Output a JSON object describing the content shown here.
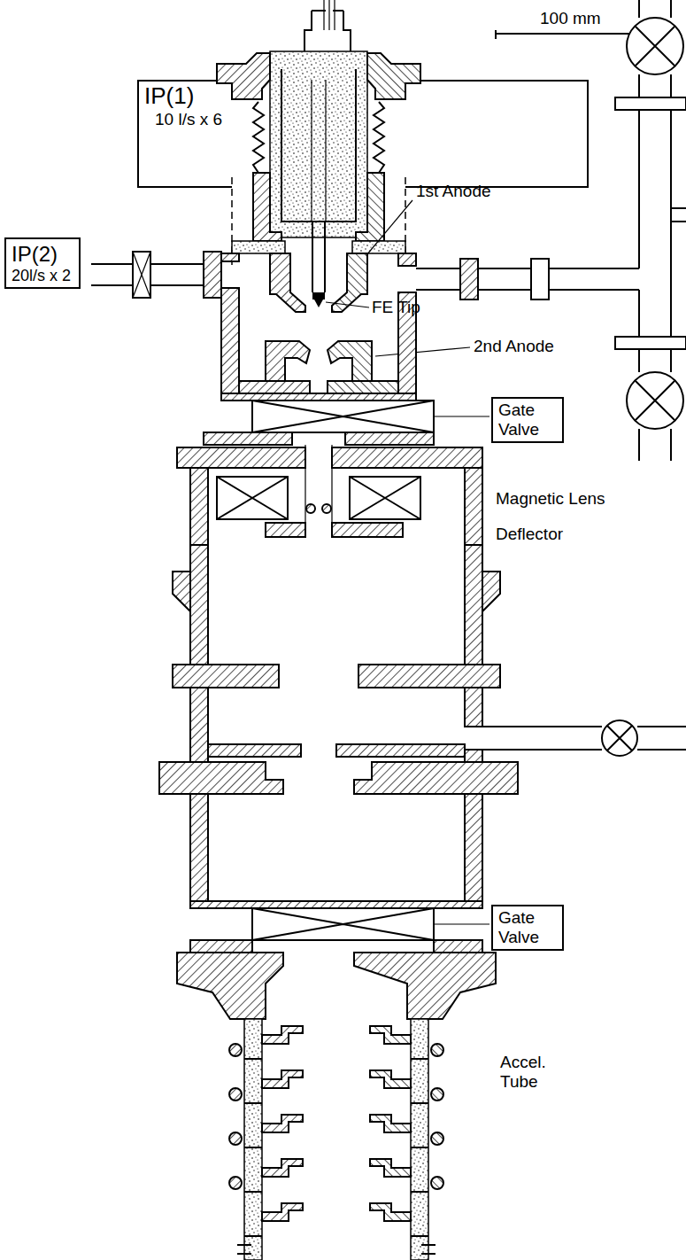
{
  "diagram": {
    "nodes": [
      {
        "text": [
          "IP(1)",
          "10 l/s x 6"
        ]
      },
      {
        "text": [
          "IP(2)",
          "20l/s x 2"
        ]
      },
      {
        "text": [
          "Gate Valve"
        ]
      },
      {
        "text": [
          "Gate Valve"
        ]
      }
    ],
    "labels": [
      "100 mm",
      "1st Anode",
      "FE Tip",
      "2nd Anode",
      "Magnetic Lens",
      "Deflector",
      "Accel. Tube"
    ]
  }
}
